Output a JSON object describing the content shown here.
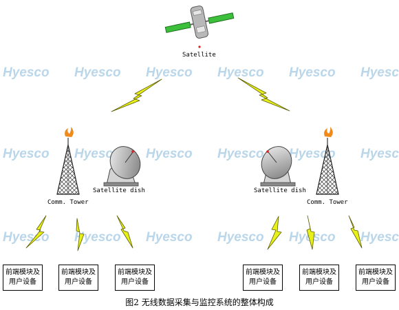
{
  "watermark_text": "Hyesco",
  "nodes": {
    "satellite": "Satellite",
    "dish_left": "Satellite dish",
    "dish_right": "Satellite dish",
    "tower_left": "Comm. Tower",
    "tower_right": "Comm. Tower"
  },
  "boxes": [
    {
      "line1": "前端模块及",
      "line2": "用户设备"
    },
    {
      "line1": "前端模块及",
      "line2": "用户设备"
    },
    {
      "line1": "前端模块及",
      "line2": "用户设备"
    },
    {
      "line1": "前端模块及",
      "line2": "用户设备"
    },
    {
      "line1": "前端模块及",
      "line2": "用户设备"
    },
    {
      "line1": "前端模块及",
      "line2": "用户设备"
    }
  ],
  "caption": "图2 无线数据采集与监控系统的整体构成",
  "colors": {
    "bolt": "#e8f01a",
    "bolt_outline": "#5a5a00",
    "panel": "#3cc03c",
    "watermark": "#b9d6ea"
  }
}
